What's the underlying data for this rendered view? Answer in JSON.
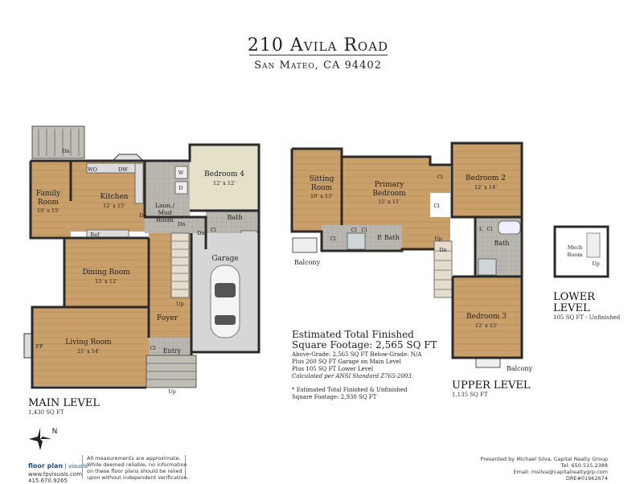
{
  "header": {
    "title": "210 Avila Road",
    "subtitle": "San Mateo, CA 94402"
  },
  "main_level": {
    "name": "MAIN LEVEL",
    "sqft": "1,430 SQ FT",
    "rooms": {
      "family": "Family",
      "family2": "Room",
      "family_dim": "10' x 15'",
      "kitchen": "Kitchen",
      "kitchen_dim": "12' x 15'",
      "dining": "Dining Room",
      "dining_dim": "15' x 12'",
      "living": "Living Room",
      "living_dim": "21' x 14'",
      "foyer": "Foyer",
      "entry": "Entry",
      "bedroom4": "Bedroom 4",
      "bedroom4_dim": "12' x 12'",
      "garage": "Garage",
      "laun": "Laun./",
      "mud": "Mud",
      "room": "Room",
      "bath": "Bath",
      "wo": "WO",
      "dw": "DW",
      "ref": "Ref",
      "w": "W",
      "d": "D",
      "fp": "FP",
      "cl": "Cl",
      "dn": "Dn",
      "up": "Up"
    }
  },
  "upper_level": {
    "name": "UPPER LEVEL",
    "sqft": "1,135 SQ FT",
    "rooms": {
      "sitting": "Sitting",
      "sitting2": "Room",
      "sitting_dim": "10' x 13'",
      "primary": "Primary",
      "primary2": "Bedroom",
      "primary_dim": "15' x 11'",
      "bedroom2": "Bedroom 2",
      "bedroom2_dim": "12' x 14'",
      "bedroom3": "Bedroom 3",
      "bedroom3_dim": "12' x 15'",
      "pbath": "P. Bath",
      "bath": "Bath",
      "balcony": "Balcony",
      "cl": "Cl",
      "l": "L",
      "up": "Up",
      "dn": "Dn"
    }
  },
  "lower_level": {
    "name1": "LOWER",
    "name2": "LEVEL",
    "sqft": "105 SQ FT - Unfinished",
    "mech1": "Mech",
    "mech2": "Room",
    "up": "Up"
  },
  "sqft_summary": {
    "heading1": "Estimated Total Finished",
    "heading2": "Square Footage: 2,565 SQ FT",
    "line1": "Above-Grade: 2,565 SQ FT   Below-Grade: N/A",
    "line2": "Plus 260 SQ FT Garage on Main Level",
    "line3": "Plus 105 SQ FT Lower Level",
    "line4": "Calculated per ANSI Standard Z765-2003.",
    "note1": "* Estimated Total Finished & Unfinished",
    "note2": "Square Footage: 2,930 SQ FT"
  },
  "compass": {
    "label": "N"
  },
  "footer": {
    "brand": "floor plan",
    "brand2": "visuals",
    "url": "www.fpvisuals.com",
    "phone": "415.670.9265",
    "disclaimer1": "All measurements are approximate.",
    "disclaimer2": "While deemed reliable, no information",
    "disclaimer3": "on these floor plans should be relied",
    "disclaimer4": "upon without independent verification.",
    "presented1": "Presented by Michael Silva, Capital Realty Group",
    "presented2": "Tel: 650.515.2388",
    "presented3": "Email: msilva@capitalrealtygrp.com",
    "presented4": "DRE#01962674"
  },
  "colors": {
    "wood": "#c9a06a",
    "tile": "#b7b5ad",
    "carpet": "#e5e1c9",
    "garage": "#d6d6d6",
    "wall": "#2a2a2a",
    "brand_blue": "#1f4e8c"
  }
}
